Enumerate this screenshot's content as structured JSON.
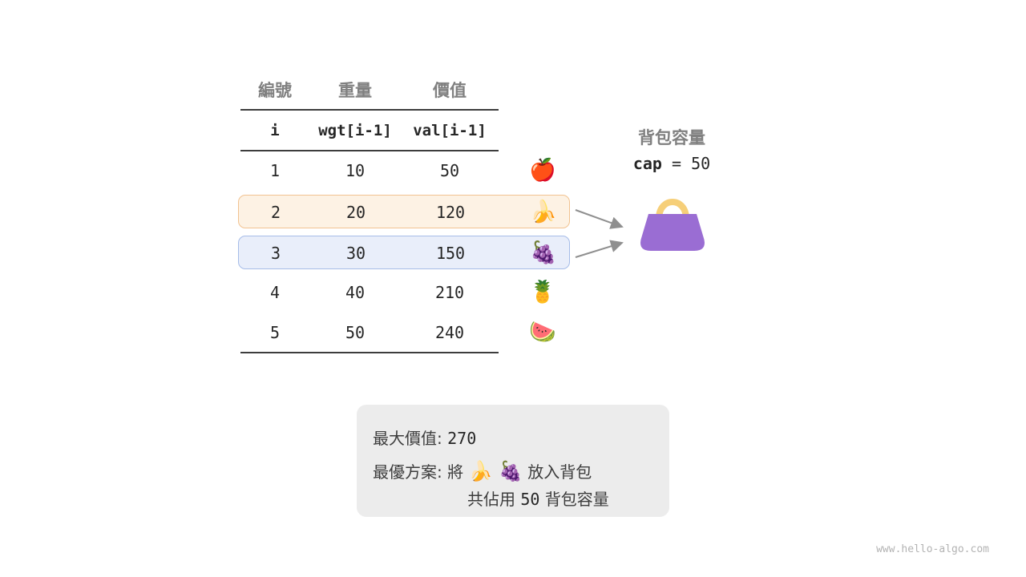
{
  "table": {
    "headers": {
      "id": "編號",
      "weight": "重量",
      "value": "價值"
    },
    "subheaders": {
      "id": "i",
      "weight": "wgt[i-1]",
      "value": "val[i-1]"
    },
    "rows": [
      {
        "i": "1",
        "wgt": "10",
        "val": "50",
        "fruit": "🍎"
      },
      {
        "i": "2",
        "wgt": "20",
        "val": "120",
        "fruit": "🍌"
      },
      {
        "i": "3",
        "wgt": "30",
        "val": "150",
        "fruit": "🍇"
      },
      {
        "i": "4",
        "wgt": "40",
        "val": "210",
        "fruit": "🍍"
      },
      {
        "i": "5",
        "wgt": "50",
        "val": "240",
        "fruit": "🍉"
      }
    ]
  },
  "knapsack": {
    "label": "背包容量",
    "cap_name": "cap",
    "cap_rest": " = 50"
  },
  "result": {
    "max_label": "最大價值:",
    "max_value": "270",
    "plan_label": "最優方案:",
    "plan_pre": "將",
    "plan_fruits": "🍌 🍇",
    "plan_post": "放入背包",
    "usage_pre": "共佔用",
    "usage_num": "50",
    "usage_post": "背包容量"
  },
  "watermark": "www.hello-algo.com",
  "colors": {
    "row_highlight_orange_bg": "#fdf2e4",
    "row_highlight_orange_border": "#f2c391",
    "row_highlight_blue_bg": "#e9eefa",
    "row_highlight_blue_border": "#a6bce8",
    "bag_body": "#9a6dd3",
    "bag_handle": "#f6cf79",
    "arrow": "#8f8f8f"
  }
}
